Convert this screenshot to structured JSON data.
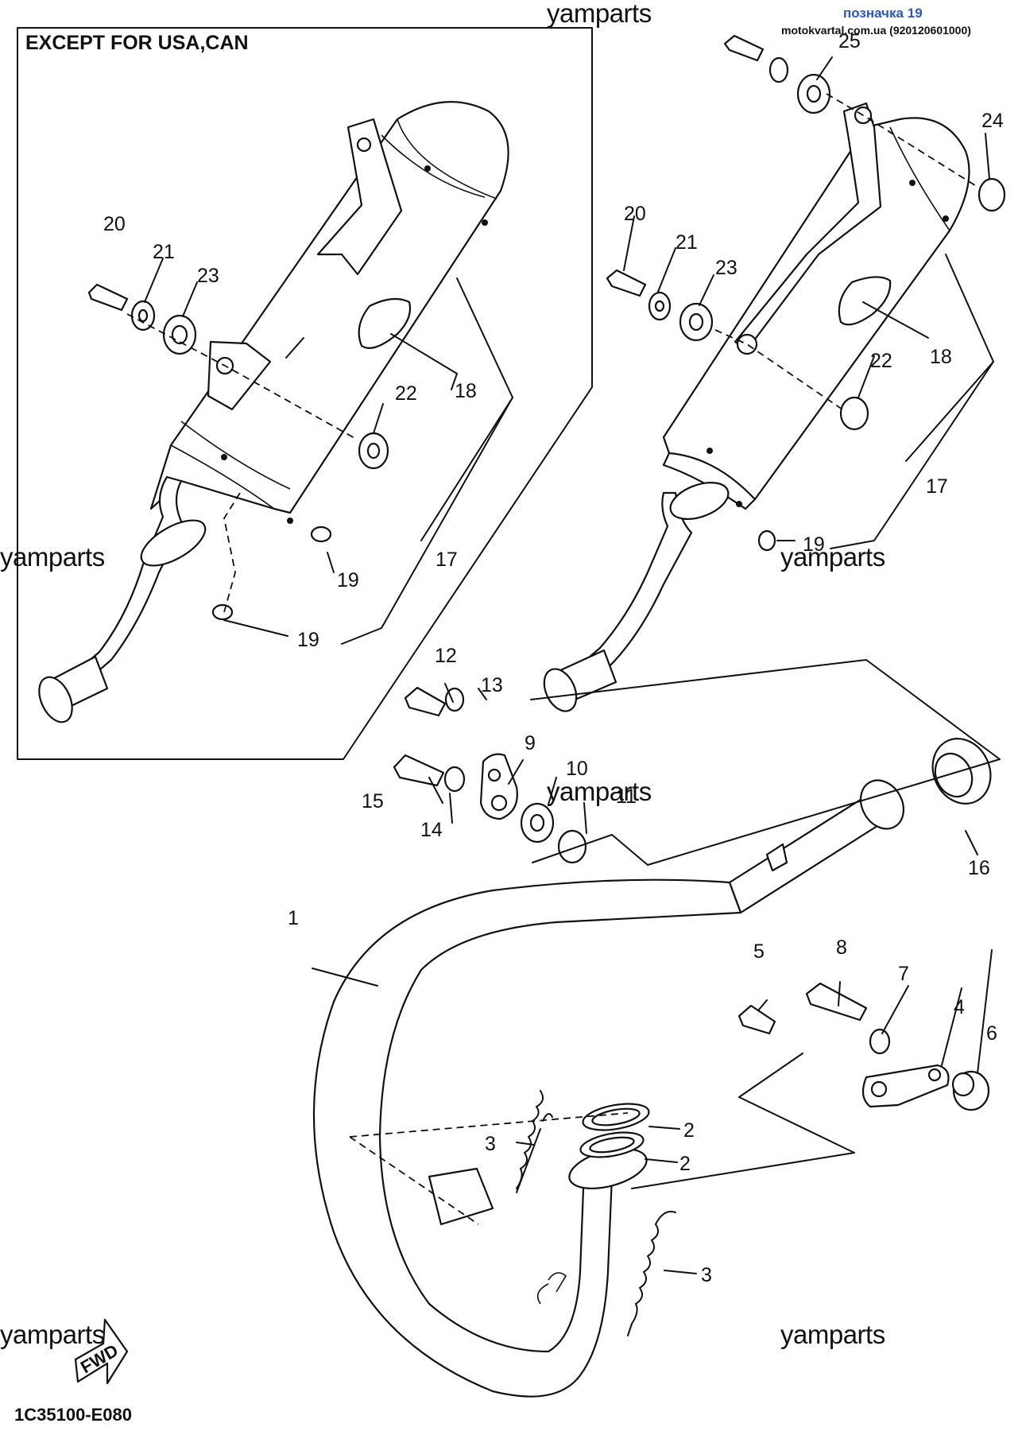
{
  "header": {
    "reference": "позначка 19",
    "site": "motokvartal.com.ua (920120601000)"
  },
  "box_label": "EXCEPT FOR USA,CAN",
  "watermark_text": "yamparts",
  "diagram_code": "1C35100-E080",
  "fwd_label": "FWD",
  "callouts": {
    "c1": "1",
    "c2a": "2",
    "c2b": "2",
    "c3a": "3",
    "c3b": "3",
    "c4": "4",
    "c5": "5",
    "c6": "6",
    "c7": "7",
    "c8": "8",
    "c9": "9",
    "c10": "10",
    "c11": "11",
    "c12": "12",
    "c13": "13",
    "c14": "14",
    "c15": "15",
    "c16": "16",
    "c17l": "17",
    "c18l": "18",
    "c19la": "19",
    "c19lb": "19",
    "c20l": "20",
    "c21l": "21",
    "c22l": "22",
    "c23l": "23",
    "c17r": "17",
    "c18r": "18",
    "c19r": "19",
    "c20r": "20",
    "c21r": "21",
    "c22r": "22",
    "c23r": "23",
    "c24r": "24",
    "c25r": "25"
  }
}
